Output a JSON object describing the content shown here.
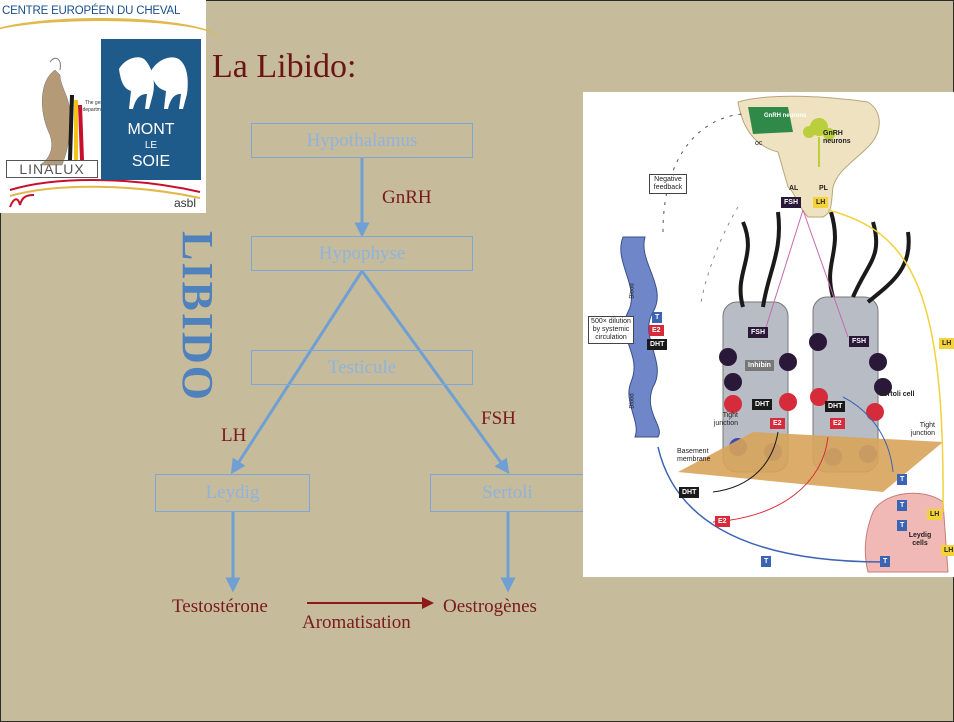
{
  "slide": {
    "title": "La Libido:",
    "vertical_label": "LIBIDO"
  },
  "logo": {
    "org_name": "CENTRE EUROPÉEN DU CHEVAL",
    "linalux": "LINALUX",
    "department_text": "The genetic department of",
    "mont": "MONT",
    "le": "LE",
    "soie": "SOIE",
    "asbl": "asbl",
    "colors": {
      "blue": "#1e5a8a",
      "gold": "#e1b84a",
      "red": "#c8102e",
      "text_blue": "#1b4f8c"
    }
  },
  "flow": {
    "nodes": {
      "hypothalamus": "Hypothalamus",
      "hypophyse": "Hypophyse",
      "testicule": "Testicule",
      "leydig": "Leydig",
      "sertoli": "Sertoli"
    },
    "labels": {
      "gnrh": "GnRH",
      "lh": "LH",
      "fsh": "FSH",
      "testosterone": "Testostérone",
      "oestrogenes": "Oestrogènes",
      "aromatisation": "Aromatisation"
    },
    "colors": {
      "box_text": "#8fb3de",
      "arrow": "#6f9fd3",
      "label": "#7a1a1a",
      "title": "#6b1414",
      "vertical": "#4f81bd"
    }
  },
  "figure": {
    "gnrh_neurons_1": "GnRH neurons",
    "gnrh_neurons_2": "GnRH neurons",
    "oc": "oc",
    "al": "AL",
    "pl": "PL",
    "negative_feedback": "Negative feedback",
    "dilution": "500× dilution by systemic circulation",
    "blood_1": "Blood",
    "blood_2": "Blood",
    "fsh_1": "FSH",
    "fsh_2": "FSH",
    "fsh_3": "FSH",
    "lh_1": "LH",
    "lh_2": "LH",
    "lh_3": "LH",
    "lh_4": "LH",
    "inhibin": "Inhibin",
    "sertoli_cell": "Sertoli cell",
    "tight_junction_1": "Tight junction",
    "tight_junction_2": "Tight junction",
    "basement_membrane": "Basement membrane",
    "leydig_cells": "Leydig cells",
    "dht_1": "DHT",
    "dht_2": "DHT",
    "dht_3": "DHT",
    "dht_4": "DHT",
    "e2_1": "E2",
    "e2_2": "E2",
    "e2_3": "E2",
    "e2_4": "E2",
    "t_1": "T",
    "t_2": "T",
    "t_3": "T",
    "t_4": "T",
    "t_5": "T",
    "t_6": "T"
  }
}
